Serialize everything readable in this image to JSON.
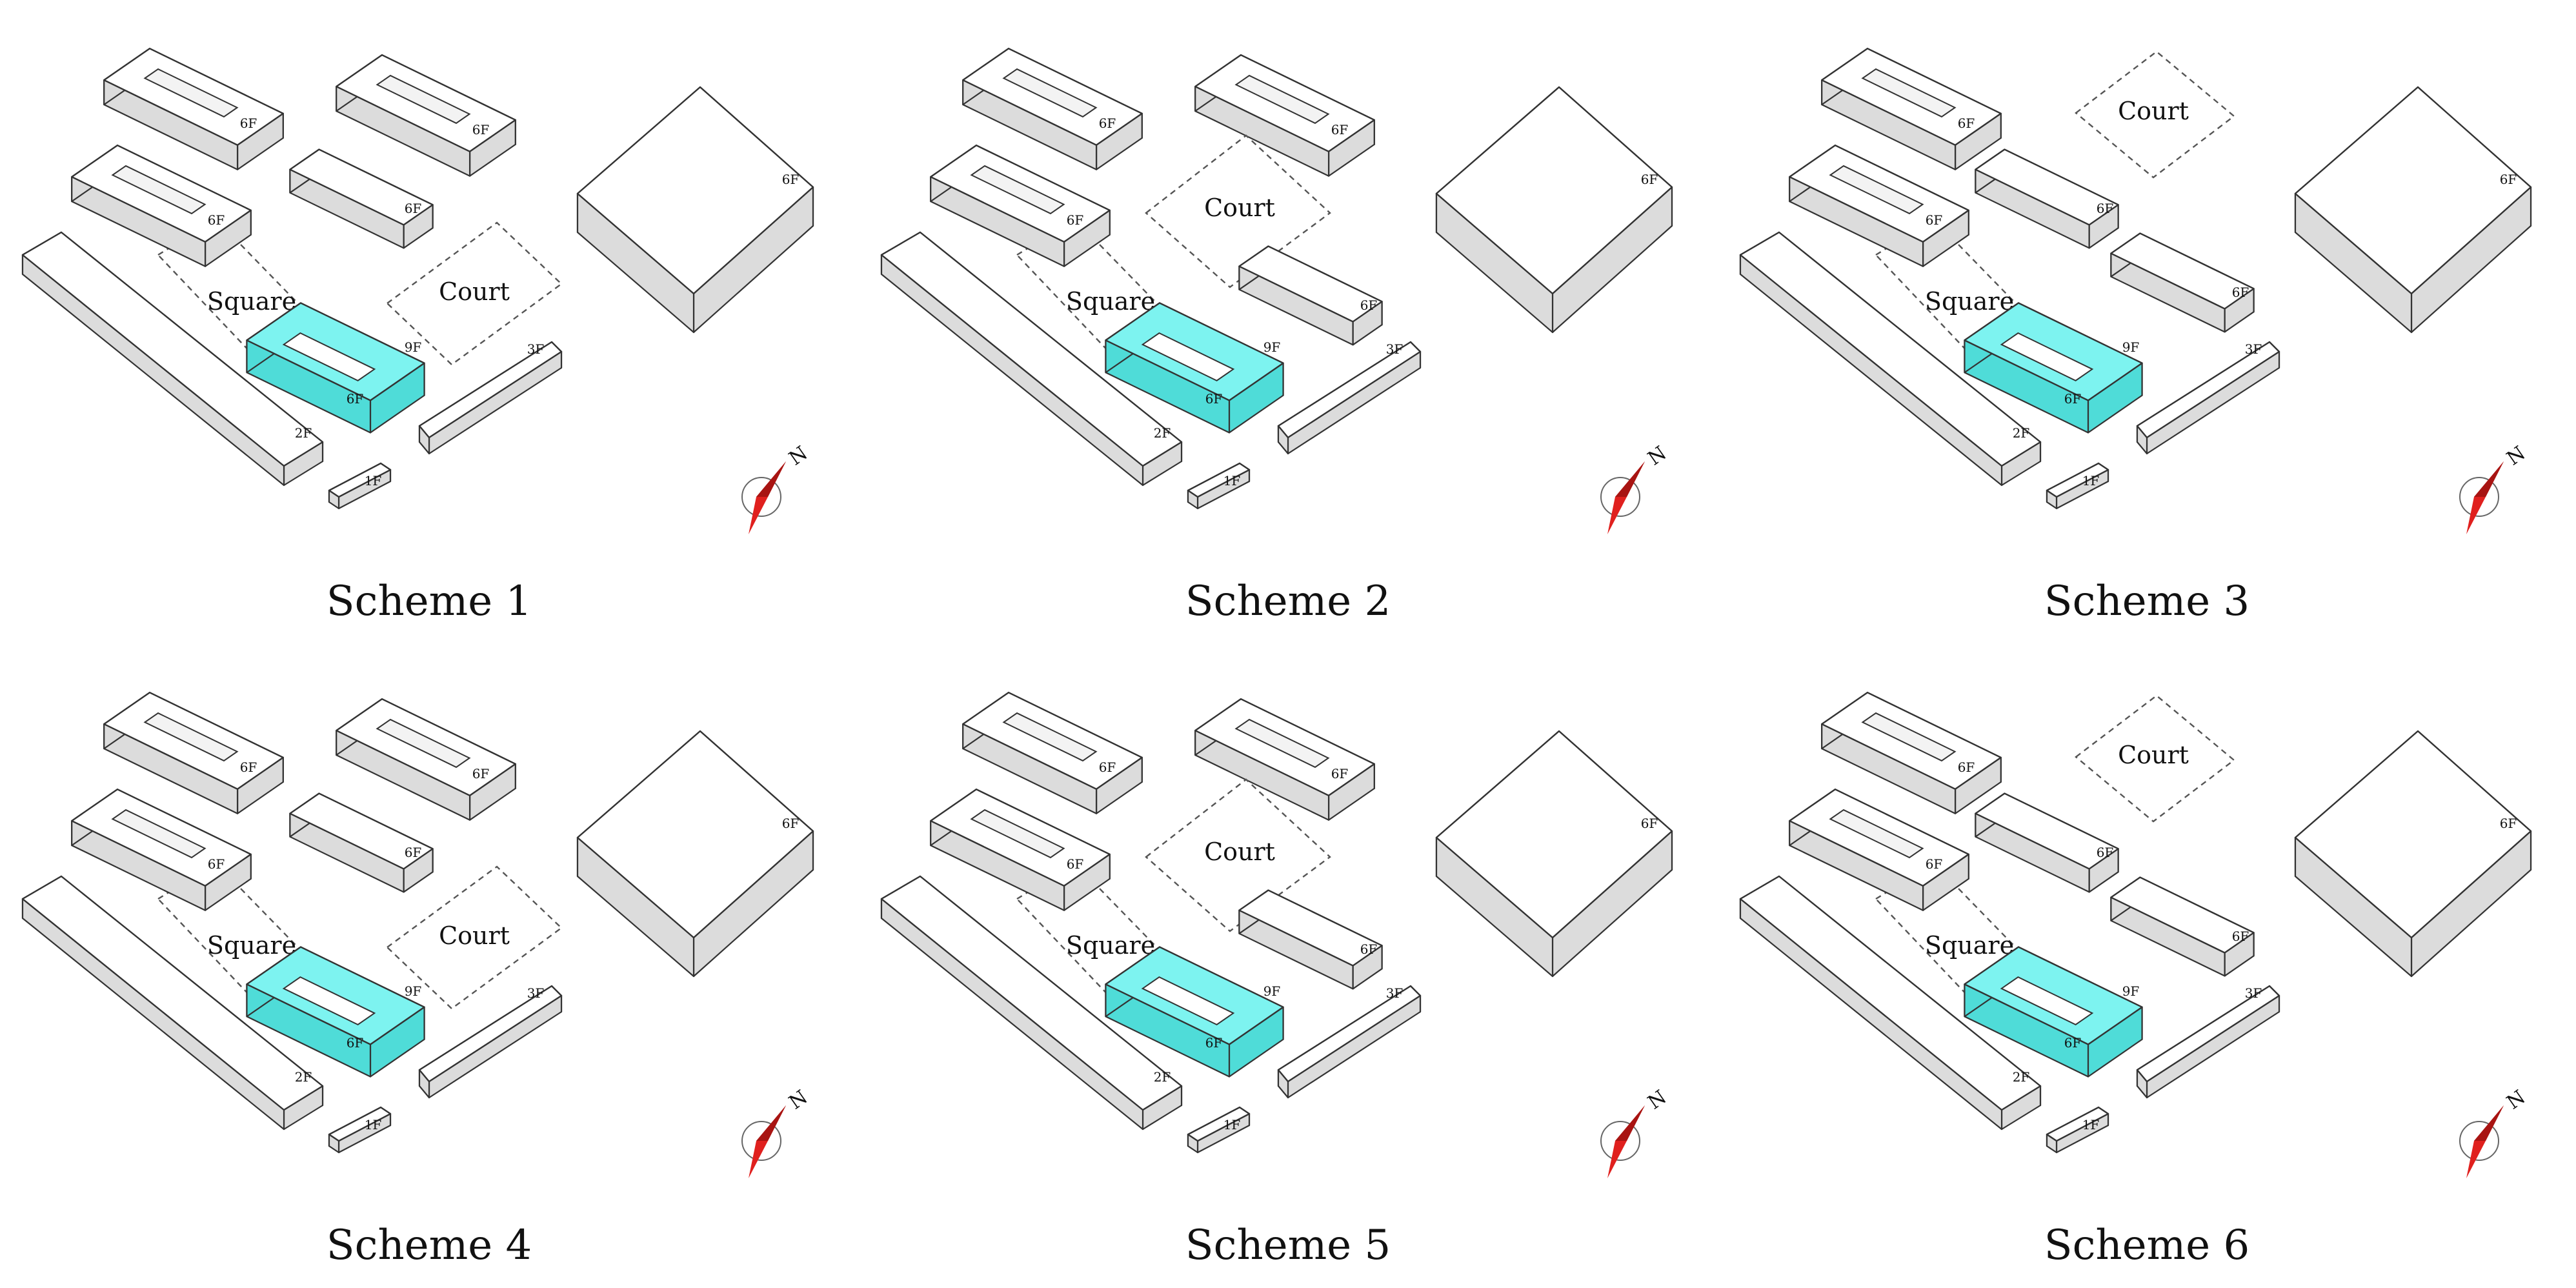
{
  "figure": {
    "schemes": [
      {
        "caption": "Scheme 1",
        "variant": "court_bottom_right_eastblocks_north",
        "labels": {
          "square": "Square",
          "court": "Court"
        },
        "floors": {
          "north_ublocks": "6F",
          "east_blocks": "6F",
          "tall": "6F",
          "block_big": "6F",
          "focus_tall": "9F",
          "focus_low": "6F",
          "strip": "3F",
          "long": "2F",
          "small": "1F"
        },
        "north_symbol": "N"
      },
      {
        "caption": "Scheme 2",
        "variant": "court_top_center_eastblocks_south",
        "labels": {
          "square": "Square",
          "court": "Court"
        },
        "floors": {
          "north_ublocks": "6F",
          "east_blocks": "6F",
          "tall": "6F",
          "block_big": "6F",
          "focus_tall": "9F",
          "focus_low": "6F",
          "strip": "3F",
          "long": "2F",
          "small": "1F"
        },
        "north_symbol": "N"
      },
      {
        "caption": "Scheme 3",
        "variant": "court_top_right_eastblocks_center",
        "labels": {
          "square": "Square",
          "court": "Court"
        },
        "floors": {
          "north_ublocks": "6F",
          "east_blocks": "6F",
          "tall": "6F",
          "block_big": "6F",
          "focus_tall": "9F",
          "focus_low": "6F",
          "strip": "3F",
          "long": "2F",
          "small": "1F"
        },
        "north_symbol": "N"
      },
      {
        "caption": "Scheme 4",
        "variant": "court_bottom_right_eastblocks_north",
        "labels": {
          "square": "Square",
          "court": "Court"
        },
        "floors": {
          "north_ublocks": "6F",
          "east_blocks": "6F",
          "tall": "6F",
          "block_big": "6F",
          "focus_tall": "9F",
          "focus_low": "6F",
          "strip": "3F",
          "long": "2F",
          "small": "1F"
        },
        "north_symbol": "N"
      },
      {
        "caption": "Scheme 5",
        "variant": "court_top_center_eastblocks_south",
        "labels": {
          "square": "Square",
          "court": "Court"
        },
        "floors": {
          "north_ublocks": "6F",
          "east_blocks": "6F",
          "tall": "6F",
          "block_big": "6F",
          "focus_tall": "9F",
          "focus_low": "6F",
          "strip": "3F",
          "long": "2F",
          "small": "1F"
        },
        "north_symbol": "N"
      },
      {
        "caption": "Scheme 6",
        "variant": "court_top_right_eastblocks_center",
        "labels": {
          "square": "Square",
          "court": "Court"
        },
        "floors": {
          "north_ublocks": "6F",
          "east_blocks": "6F",
          "tall": "6F",
          "block_big": "6F",
          "focus_tall": "9F",
          "focus_low": "6F",
          "strip": "3F",
          "long": "2F",
          "small": "1F"
        },
        "north_symbol": "N"
      }
    ],
    "colors": {
      "focus_fill": "#7df3f0",
      "focus_side": "#4fdcd8",
      "block_top": "#ffffff",
      "block_side": "#dcdcdc",
      "block_side_dark": "#c4c4c4",
      "outline": "#333333",
      "compass_red": "#e0201e"
    }
  }
}
